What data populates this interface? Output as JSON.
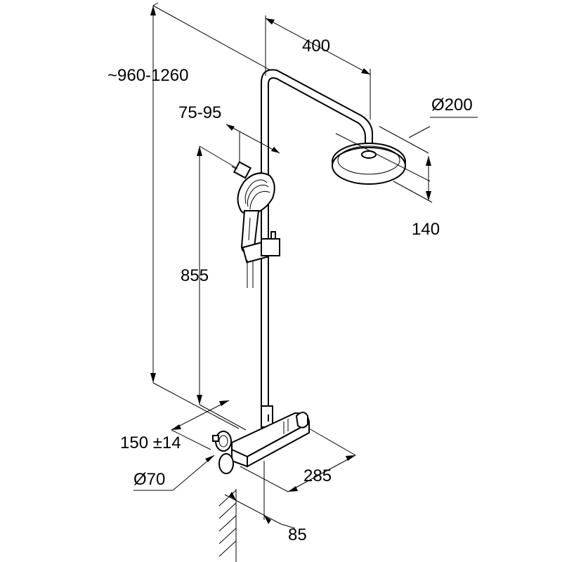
{
  "dimensions": {
    "total_height": "~960-1260",
    "arm_length": "400",
    "head_diameter": "Ø200",
    "head_height": "140",
    "holder_offset": "75-95",
    "slide_rail": "855",
    "connection_spacing": "150 ±14",
    "connector_diameter": "Ø70",
    "mixer_width": "285",
    "wall_distance": "85"
  }
}
